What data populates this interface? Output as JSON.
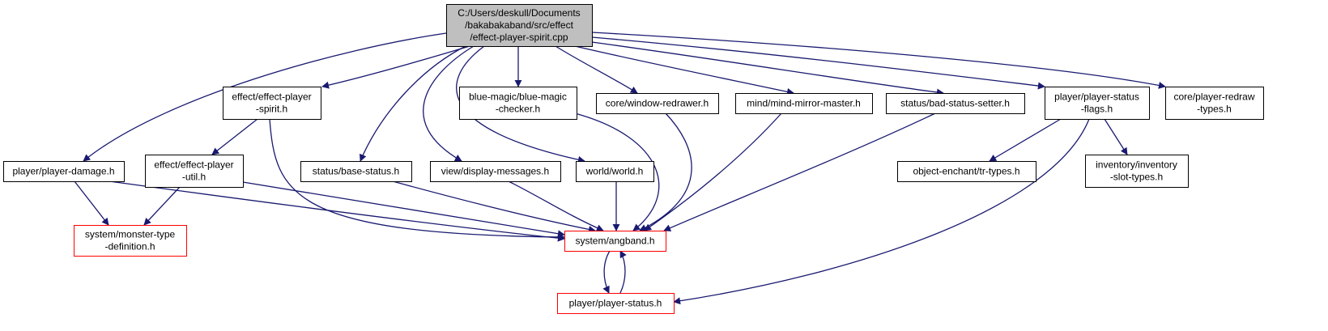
{
  "colors": {
    "edge": "#191970",
    "node_border": "#000000",
    "node_border_incomplete": "#ff0000",
    "root_fill": "#bfbfbf",
    "node_fill": "#ffffff"
  },
  "nodes": [
    {
      "id": "root",
      "lines": [
        "C:/Users/deskull/Documents",
        "/bakabakaband/src/effect",
        "/effect-player-spirit.cpp"
      ],
      "kind": "root"
    },
    {
      "id": "player-damage",
      "lines": [
        "player/player-damage.h"
      ],
      "kind": "normal"
    },
    {
      "id": "effect-player-spirit-h",
      "lines": [
        "effect/effect-player",
        "-spirit.h"
      ],
      "kind": "normal"
    },
    {
      "id": "effect-player-util",
      "lines": [
        "effect/effect-player",
        "-util.h"
      ],
      "kind": "normal"
    },
    {
      "id": "status-base",
      "lines": [
        "status/base-status.h"
      ],
      "kind": "normal"
    },
    {
      "id": "view-display",
      "lines": [
        "view/display-messages.h"
      ],
      "kind": "normal"
    },
    {
      "id": "blue-magic",
      "lines": [
        "blue-magic/blue-magic",
        "-checker.h"
      ],
      "kind": "normal"
    },
    {
      "id": "world",
      "lines": [
        "world/world.h"
      ],
      "kind": "normal"
    },
    {
      "id": "window-redrawer",
      "lines": [
        "core/window-redrawer.h"
      ],
      "kind": "normal"
    },
    {
      "id": "mind-mirror",
      "lines": [
        "mind/mind-mirror-master.h"
      ],
      "kind": "normal"
    },
    {
      "id": "bad-status",
      "lines": [
        "status/bad-status-setter.h"
      ],
      "kind": "normal"
    },
    {
      "id": "player-status-flags",
      "lines": [
        "player/player-status",
        "-flags.h"
      ],
      "kind": "normal"
    },
    {
      "id": "player-redraw",
      "lines": [
        "core/player-redraw",
        "-types.h"
      ],
      "kind": "normal"
    },
    {
      "id": "tr-types",
      "lines": [
        "object-enchant/tr-types.h"
      ],
      "kind": "normal"
    },
    {
      "id": "inventory-slot",
      "lines": [
        "inventory/inventory",
        "-slot-types.h"
      ],
      "kind": "normal"
    },
    {
      "id": "monster-type",
      "lines": [
        "system/monster-type",
        "-definition.h"
      ],
      "kind": "incomplete"
    },
    {
      "id": "angband",
      "lines": [
        "system/angband.h"
      ],
      "kind": "incomplete"
    },
    {
      "id": "player-status",
      "lines": [
        "player/player-status.h"
      ],
      "kind": "incomplete"
    }
  ],
  "edges": [
    {
      "from": "root",
      "to": "player-damage"
    },
    {
      "from": "root",
      "to": "effect-player-spirit-h"
    },
    {
      "from": "root",
      "to": "status-base"
    },
    {
      "from": "root",
      "to": "view-display"
    },
    {
      "from": "root",
      "to": "blue-magic"
    },
    {
      "from": "root",
      "to": "world"
    },
    {
      "from": "root",
      "to": "window-redrawer"
    },
    {
      "from": "root",
      "to": "mind-mirror"
    },
    {
      "from": "root",
      "to": "bad-status"
    },
    {
      "from": "root",
      "to": "player-status-flags"
    },
    {
      "from": "root",
      "to": "player-redraw"
    },
    {
      "from": "effect-player-spirit-h",
      "to": "effect-player-util"
    },
    {
      "from": "effect-player-spirit-h",
      "to": "angband"
    },
    {
      "from": "effect-player-util",
      "to": "monster-type"
    },
    {
      "from": "effect-player-util",
      "to": "angband"
    },
    {
      "from": "player-damage",
      "to": "monster-type"
    },
    {
      "from": "player-damage",
      "to": "angband"
    },
    {
      "from": "status-base",
      "to": "angband"
    },
    {
      "from": "view-display",
      "to": "angband"
    },
    {
      "from": "blue-magic",
      "to": "angband"
    },
    {
      "from": "world",
      "to": "angband"
    },
    {
      "from": "window-redrawer",
      "to": "angband"
    },
    {
      "from": "mind-mirror",
      "to": "angband"
    },
    {
      "from": "bad-status",
      "to": "angband"
    },
    {
      "from": "player-status-flags",
      "to": "tr-types"
    },
    {
      "from": "player-status-flags",
      "to": "inventory-slot"
    },
    {
      "from": "player-status-flags",
      "to": "player-status"
    },
    {
      "from": "angband",
      "to": "player-status"
    },
    {
      "from": "player-status",
      "to": "angband"
    }
  ]
}
